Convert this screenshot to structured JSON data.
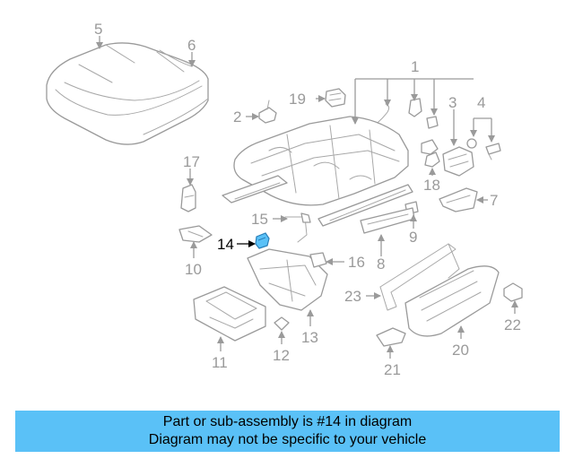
{
  "highlight_color": "#5ac1f7",
  "highlighted_part": "14",
  "callouts": {
    "c1": "1",
    "c2": "2",
    "c3": "3",
    "c4": "4",
    "c5": "5",
    "c6": "6",
    "c7": "7",
    "c8": "8",
    "c9": "9",
    "c10": "10",
    "c11": "11",
    "c12": "12",
    "c13": "13",
    "c14": "14",
    "c15": "15",
    "c16": "16",
    "c17": "17",
    "c18": "18",
    "c19": "19",
    "c20": "20",
    "c21": "21",
    "c22": "22",
    "c23": "23"
  },
  "banner": {
    "line1": "Part or sub-assembly is #14 in diagram",
    "line2": "Diagram may not be specific to your vehicle"
  }
}
